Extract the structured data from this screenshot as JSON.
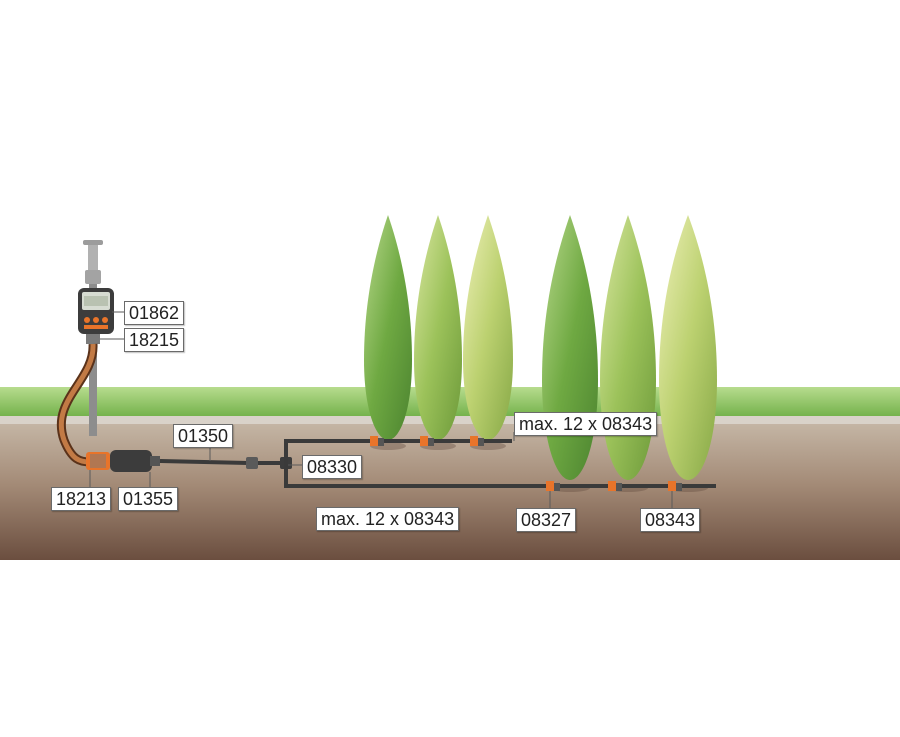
{
  "labels": {
    "timer": "01862",
    "tap_connector": "18215",
    "hose_connector": "18213",
    "pressure_reducer": "01355",
    "supply_pipe": "01350",
    "tee_connector": "08330",
    "drip_upper": "max. 12 x 08343",
    "drip_lower": "max. 12 x 08343",
    "end_cap": "08327",
    "dripper": "08343"
  },
  "colors": {
    "sky": "#ffffff",
    "grass": "#7fbe57",
    "soil_top": "#b7a796",
    "soil_bottom": "#6b4e3f",
    "tree_dark": "#5e9636",
    "tree_light": "#c8d97a",
    "pipe": "#3a3a3a",
    "hose": "#9b5a2e",
    "accent_orange": "#e8742a"
  }
}
